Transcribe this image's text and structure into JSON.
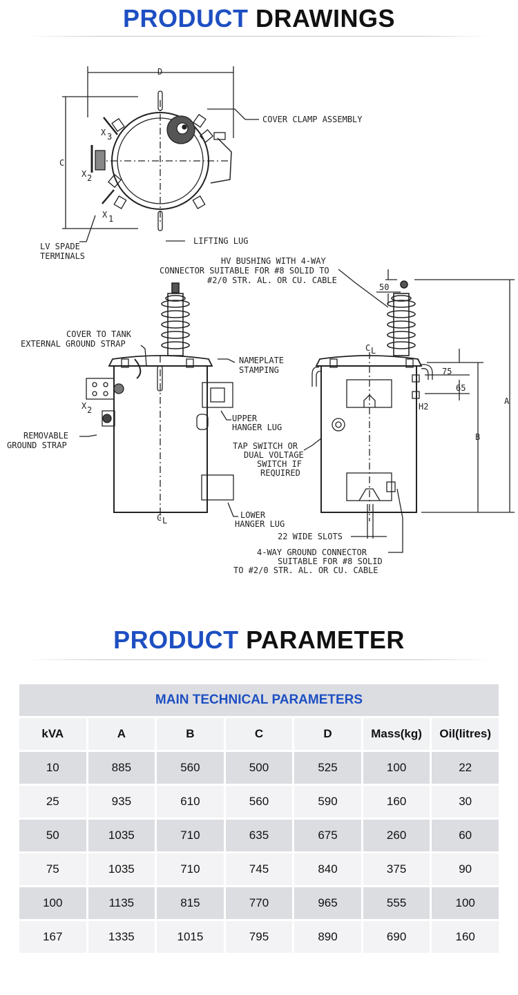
{
  "drawings_heading": {
    "blue": "PRODUCT",
    "black": "DRAWINGS"
  },
  "parameter_heading": {
    "blue": "PRODUCT",
    "black": "PARAMETER"
  },
  "drawing_labels": {
    "d": "D",
    "c": "C",
    "a": "A",
    "b": "B",
    "x1": "X",
    "x1_sub": "1",
    "x2": "X",
    "x2_sub": "2",
    "x3": "X",
    "x3_sub": "3",
    "x2b": "X",
    "x2b_sub": "2",
    "h2": "H2",
    "cover_clamp": "COVER CLAMP ASSEMBLY",
    "lifting_lug": "LIFTING LUG",
    "lv_spade_1": "LV SPADE",
    "lv_spade_2": "TERMINALS",
    "hv_bushing_1": "HV BUSHING WITH 4-WAY",
    "hv_bushing_2": "CONNECTOR SUITABLE FOR #8 SOLID TO",
    "hv_bushing_3": "#2/0 STR. AL. OR CU. CABLE",
    "cover_tank_1": "COVER TO TANK",
    "cover_tank_2": "EXTERNAL GROUND STRAP",
    "nameplate_1": "NAMEPLATE",
    "nameplate_2": "STAMPING",
    "upper_hanger_1": "UPPER",
    "upper_hanger_2": "HANGER LUG",
    "removable_1": "REMOVABLE",
    "removable_2": "GROUND STRAP",
    "tap_1": "TAP SWITCH OR",
    "tap_2": "DUAL VOLTAGE",
    "tap_3": "SWITCH IF",
    "tap_4": "REQUIRED",
    "lower_hanger_1": "LOWER",
    "lower_hanger_2": "HANGER LUG",
    "slots": "22 WIDE SLOTS",
    "ground_conn_1": "4-WAY GROUND CONNECTOR",
    "ground_conn_2": "SUITABLE FOR #8 SOLID",
    "ground_conn_3": "TO #2/0 STR. AL. OR CU. CABLE",
    "dim_50": "50",
    "dim_75": "75",
    "dim_65": "65",
    "cl": "C",
    "cl_sub": "L"
  },
  "table": {
    "caption": "MAIN TECHNICAL PARAMETERS",
    "headers": [
      "kVA",
      "A",
      "B",
      "C",
      "D",
      "Mass(kg)",
      "Oil(litres)"
    ],
    "rows": [
      [
        "10",
        "885",
        "560",
        "500",
        "525",
        "100",
        "22"
      ],
      [
        "25",
        "935",
        "610",
        "560",
        "590",
        "160",
        "30"
      ],
      [
        "50",
        "1035",
        "710",
        "635",
        "675",
        "260",
        "60"
      ],
      [
        "75",
        "1035",
        "710",
        "745",
        "840",
        "375",
        "90"
      ],
      [
        "100",
        "1135",
        "815",
        "770",
        "965",
        "555",
        "100"
      ],
      [
        "167",
        "1335",
        "1015",
        "795",
        "890",
        "690",
        "160"
      ]
    ]
  }
}
